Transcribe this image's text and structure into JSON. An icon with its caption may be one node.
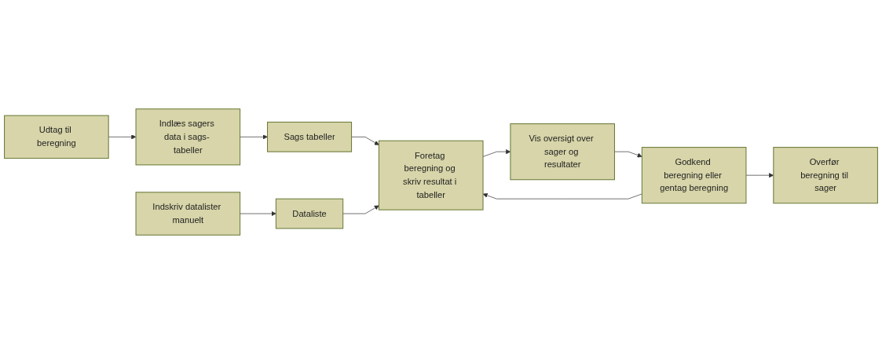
{
  "diagram": {
    "nodes": [
      {
        "text": [
          "Udtag til beregning"
        ]
      },
      {
        "text": [
          "Indlæs sagers data i sags- tabeller"
        ]
      },
      {
        "text": [
          "Foretag beregning og skriv resultat i tabeller"
        ]
      },
      {
        "text": [
          "Vis oversigt over sager og resultater"
        ]
      },
      {
        "text": [
          "Godkend beregning eller gentag beregning"
        ]
      },
      {
        "text": [
          "Overfør beregning til sager"
        ]
      },
      {
        "text": [
          "Sags tabeller"
        ]
      },
      {
        "text": [
          "Dataliste"
        ]
      },
      {
        "text": [
          "Indskriv datalister manuelt"
        ]
      }
    ],
    "edges": [
      {
        "from": 0,
        "to": 1,
        "arrow": "to"
      },
      {
        "from": 1,
        "to": 6,
        "arrow": "to"
      },
      {
        "from": 6,
        "to": 2,
        "arrow": "to"
      },
      {
        "from": 2,
        "to": 3,
        "arrow": "to"
      },
      {
        "from": 3,
        "to": 4,
        "arrow": "to"
      },
      {
        "from": 4,
        "to": 5,
        "arrow": "to"
      },
      {
        "from": 4,
        "to": 2,
        "arrow": "to"
      },
      {
        "from": 7,
        "to": 2,
        "arrow": "to"
      },
      {
        "from": 8,
        "to": 7,
        "arrow": "to"
      }
    ]
  }
}
